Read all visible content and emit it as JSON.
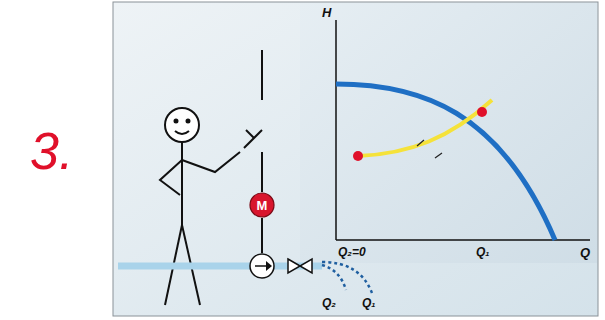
{
  "diagram": {
    "nodes": [
      {
        "text": [
          "M"
        ]
      }
    ],
    "labels": [
      "3.",
      "H",
      "Q₂=0",
      "Q₁",
      "Q",
      "Q₂",
      "Q₁"
    ]
  }
}
